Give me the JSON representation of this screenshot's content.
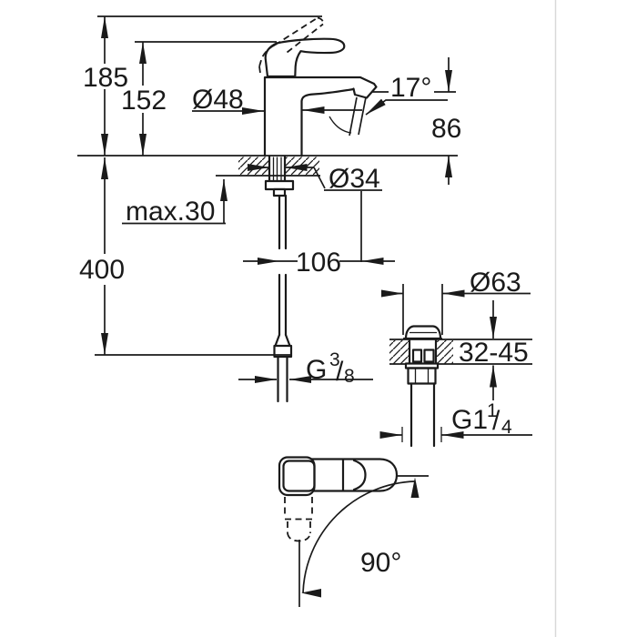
{
  "labels": {
    "total_height": "185",
    "lever_height": "152",
    "body_diameter": "Ø48",
    "stream_angle": "17°",
    "spout_height": "86",
    "max_deck_thickness": "max.30",
    "hole_diameter": "Ø34",
    "spout_reach": "106",
    "hose_length": "400",
    "flange_diameter": "Ø63",
    "waste_deck_range": "32-45",
    "handle_swivel_angle": "90°"
  },
  "threads": {
    "supply": {
      "prefix": "G",
      "numerator": "3",
      "slash": "/",
      "denominator": "8"
    },
    "waste": {
      "prefix": "G1",
      "numerator": "1",
      "slash": "/",
      "denominator": "4"
    }
  },
  "colors": {
    "line": "#1a1a1a",
    "divider": "#d9d9d9",
    "background": "#ffffff"
  }
}
